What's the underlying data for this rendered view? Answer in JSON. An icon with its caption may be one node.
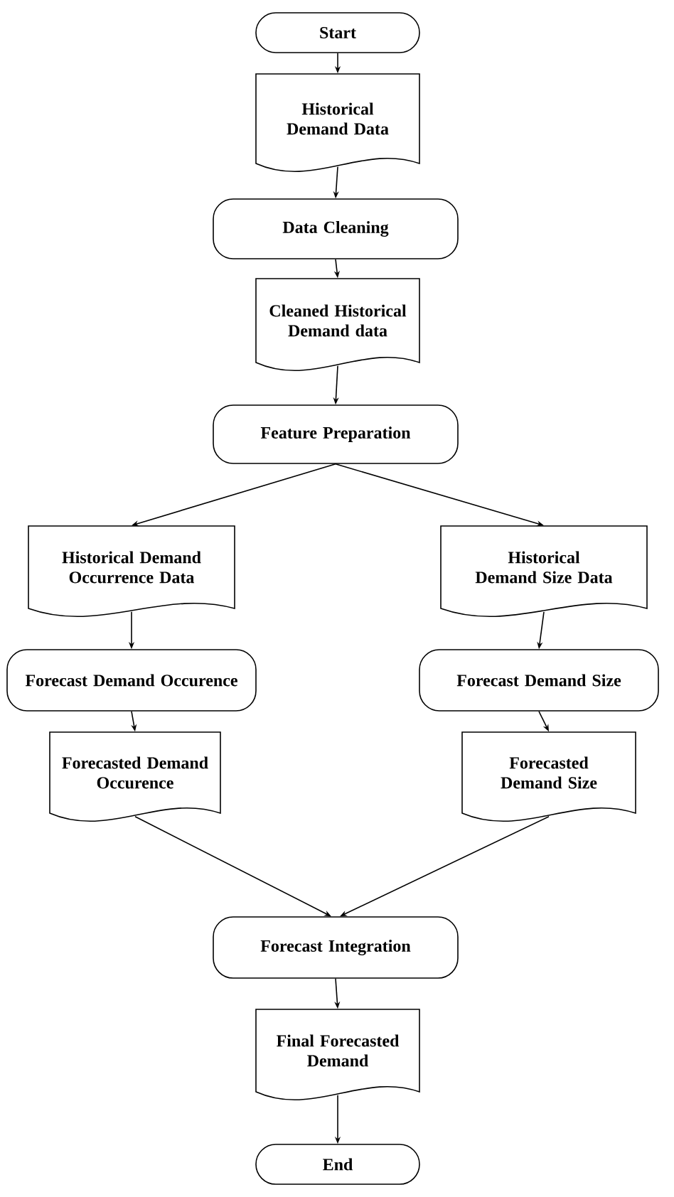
{
  "diagram": {
    "nodes": [
      {
        "text": [
          "Start"
        ]
      },
      {
        "text": [
          "Historical Demand Data"
        ]
      },
      {
        "text": [
          "Data Cleaning"
        ]
      },
      {
        "text": [
          "Cleaned Historical Demand data"
        ]
      },
      {
        "text": [
          "Feature Preparation"
        ]
      },
      {
        "text": [
          "Historical Demand Occurrence Data"
        ]
      },
      {
        "text": [
          "Historical Demand Size Data"
        ]
      },
      {
        "text": [
          "Forecast Demand Occurence"
        ]
      },
      {
        "text": [
          "Forecast Demand Size"
        ]
      },
      {
        "text": [
          "Forecasted Demand Occurence"
        ]
      },
      {
        "text": [
          "Forecasted Demand Size"
        ]
      },
      {
        "text": [
          "Forecast Integration"
        ]
      },
      {
        "text": [
          "Final Forecasted Demand"
        ]
      },
      {
        "text": [
          "End"
        ]
      }
    ],
    "edges": [
      {
        "from": 0,
        "to": 1,
        "arrow": "to"
      },
      {
        "from": 1,
        "to": 2,
        "arrow": "to"
      },
      {
        "from": 2,
        "to": 3,
        "arrow": "to"
      },
      {
        "from": 3,
        "to": 4,
        "arrow": "to"
      },
      {
        "from": 4,
        "to": 5,
        "arrow": "to"
      },
      {
        "from": 4,
        "to": 6,
        "arrow": "to"
      },
      {
        "from": 5,
        "to": 7,
        "arrow": "to"
      },
      {
        "from": 6,
        "to": 8,
        "arrow": "to"
      },
      {
        "from": 7,
        "to": 9,
        "arrow": "to"
      },
      {
        "from": 8,
        "to": 10,
        "arrow": "to"
      },
      {
        "from": 9,
        "to": 11,
        "arrow": "to"
      },
      {
        "from": 10,
        "to": 11,
        "arrow": "to"
      },
      {
        "from": 11,
        "to": 12,
        "arrow": "to"
      },
      {
        "from": 12,
        "to": 13,
        "arrow": "to"
      }
    ]
  }
}
